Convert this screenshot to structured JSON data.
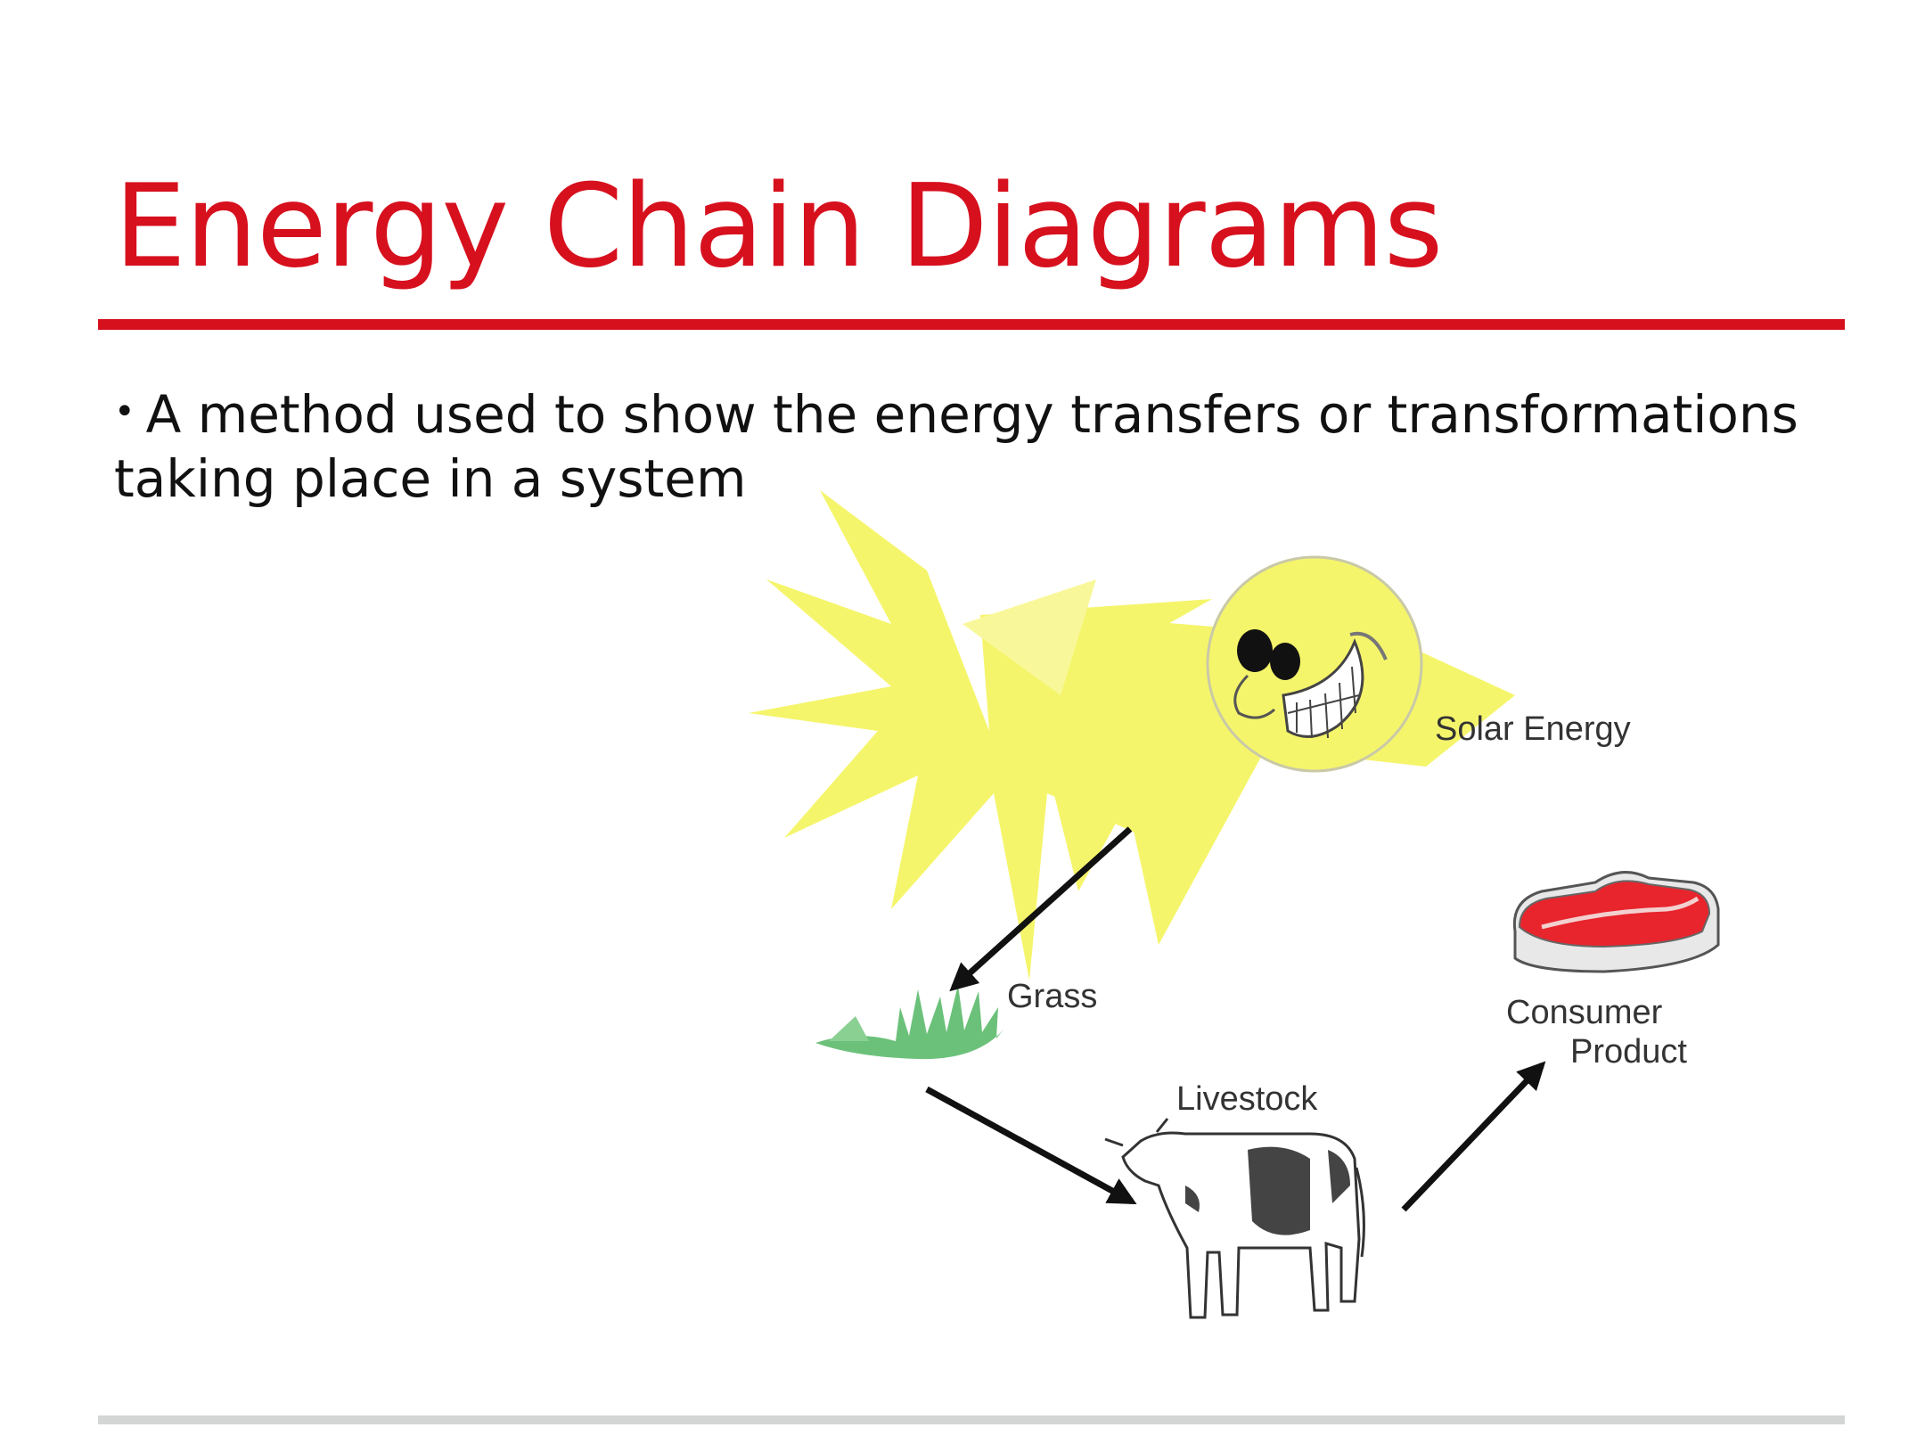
{
  "slide": {
    "title": "Energy Chain Diagrams",
    "bullet": "A method used to show the energy transfers or transformations taking place in a system"
  },
  "diagram": {
    "labels": {
      "solar": "Solar Energy",
      "grass": "Grass",
      "livestock": "Livestock",
      "consumer_line1": "Consumer",
      "consumer_line2": "Product"
    }
  },
  "colors": {
    "title": "#d7101e",
    "rule": "#d7101e",
    "footer_rule": "#d4d6d6",
    "sun": "#f5f56b",
    "grass": "#6cc17a",
    "meat": "#e8242c",
    "arrow": "#111111"
  },
  "icons": [
    "sun-icon",
    "grass-icon",
    "cow-icon",
    "steak-icon"
  ]
}
